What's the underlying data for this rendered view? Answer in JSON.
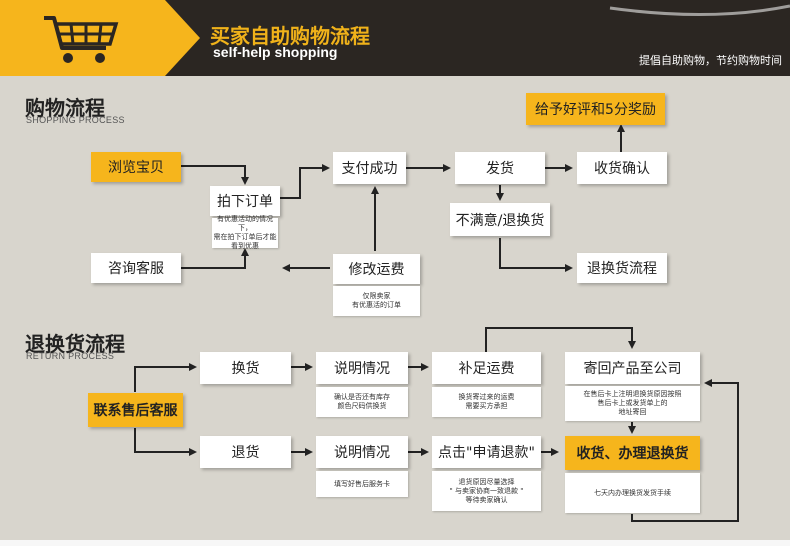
{
  "header": {
    "title_cn": "买家自助购物流程",
    "title_en": "self-help shopping",
    "slogan": "提倡自助购物，节约购物时间",
    "cart_icon": "shopping-cart-icon",
    "colors": {
      "dark": "#2b2622",
      "yellow": "#f6b51c",
      "title_yellow": "#f0b21a"
    }
  },
  "shopping": {
    "title_cn": "购物流程",
    "title_en": "SHOPPING PROCESS",
    "browse": "浏览宝贝",
    "consult": "咨询客服",
    "order": "拍下订单",
    "order_note": [
      "有优惠活动的情况下，",
      "需在拍下订单后才能",
      "看到优惠"
    ],
    "pay": "支付成功",
    "modify": "修改运费",
    "modify_note": [
      "仅限卖家",
      "有优惠活的订单"
    ],
    "ship": "发货",
    "receive": "收货确认",
    "praise": "给予好评和5分奖励",
    "unsatisfied": "不满意/退换货",
    "return_flow": "退换货流程"
  },
  "returns": {
    "title_cn": "退换货流程",
    "title_en": "RETURN PROCESS",
    "contact": "联系售后客服",
    "exchange": "换货",
    "explain1": "说明情况",
    "explain1_note": [
      "确认是否还有库存",
      "颜色尺码供换货"
    ],
    "topup": "补足运费",
    "topup_note": [
      "换货寄过来的运费",
      "需要买方承担"
    ],
    "sendback": "寄回产品至公司",
    "sendback_note": [
      "在售后卡上注明退换货原因按照",
      "售后卡上或发货单上的",
      "地址寄回"
    ],
    "refund": "退货",
    "explain2": "说明情况",
    "explain2_note": [
      "填写好售后服务卡"
    ],
    "apply": "点击\"申请退款\"",
    "apply_note": [
      "退货原因尽量选择",
      "\" 与卖家协商一致退款 \"",
      "等待卖家确认"
    ],
    "receive_handle": "收货、办理退换货",
    "receive_note": [
      "七天内办理换货发货手续"
    ]
  }
}
